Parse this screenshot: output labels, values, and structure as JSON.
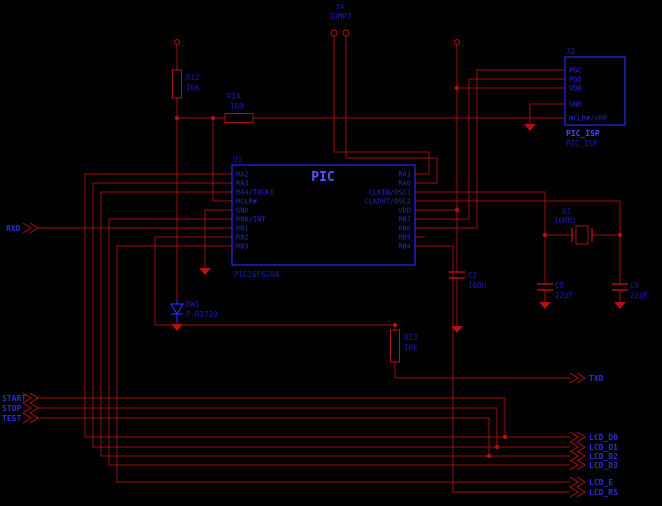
{
  "schematic": {
    "pic": {
      "ref": "U1",
      "title": "PIC",
      "value": "PIC16F628A",
      "left_pins": [
        "RA2",
        "RA3",
        "RA4/T0CKI",
        "MCLR#",
        "GND",
        "RB0/INT",
        "RB1",
        "RB2",
        "RB3"
      ],
      "right_pins": [
        "RA1",
        "RA0",
        "CLKIN/OSC1",
        "CLKOUT/OSC2",
        "VDD",
        "RB7",
        "RB6",
        "RB5",
        "RB4"
      ]
    },
    "isp_header": {
      "ref": "J2",
      "label": "PIC_ISP",
      "sublabel": "PIC_ISP",
      "pins": [
        "PGC",
        "PGD",
        "VDD",
        "GND",
        "MCLR#/VPP"
      ]
    },
    "jumper": {
      "ref": "J4",
      "value": "JUMP3"
    },
    "resistors": {
      "r12": {
        "ref": "R12",
        "value": "10k"
      },
      "r14": {
        "ref": "R14",
        "value": "100"
      },
      "r13": {
        "ref": "R13",
        "value": "10k"
      }
    },
    "capacitors": {
      "c2": {
        "ref": "C2",
        "value": "100n"
      },
      "c8": {
        "ref": "C8",
        "value": "22pF"
      },
      "c9": {
        "ref": "C9",
        "value": "22pF"
      }
    },
    "crystal": {
      "ref": "X1",
      "value": "16MHz"
    },
    "diode": {
      "ref": "DW1",
      "value": "P-R1720"
    },
    "net_labels": {
      "rxd": "RXD",
      "txd": "TXD",
      "start": "START",
      "stop": "STOP",
      "test": "TEST",
      "lcd_d0": "LCD_D0",
      "lcd_d1": "LCD_D1",
      "lcd_d2": "LCD_D2",
      "lcd_d3": "LCD_D3",
      "lcd_e": "LCD_E",
      "lcd_rs": "LCD_RS"
    },
    "colors": {
      "background": "#000000",
      "wire": "#9e0c0c",
      "symbol_red": "#b21111",
      "symbol_blue": "#2a2aee",
      "text_blue": "#1b1bb8",
      "title_blue": "#5555ff"
    }
  }
}
